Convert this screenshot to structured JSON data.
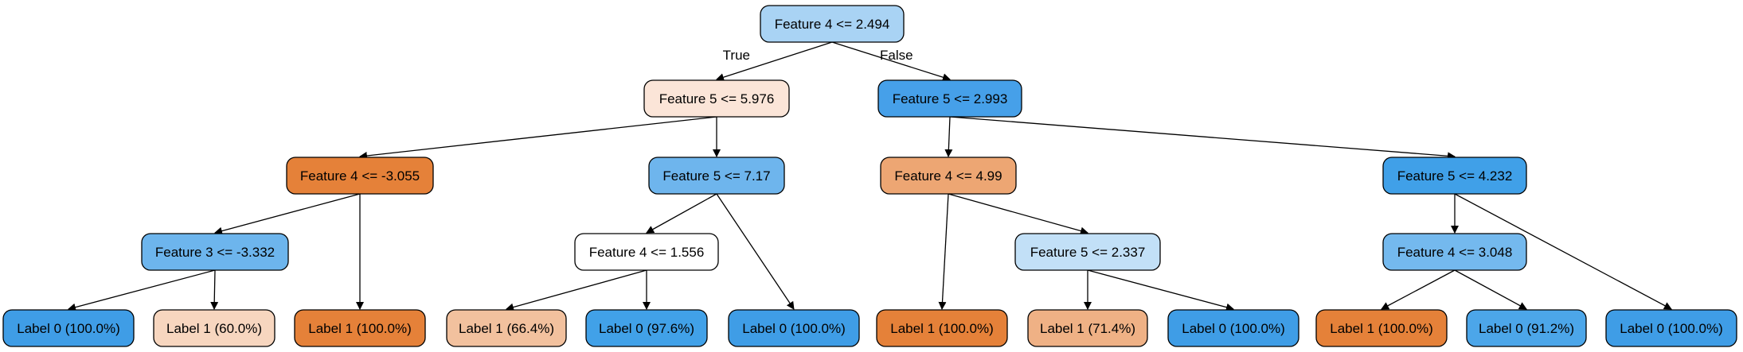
{
  "tree": {
    "nodes": [
      {
        "id": "n1",
        "label": "Feature 4 <= 2.494",
        "color": "#a9d3f4"
      },
      {
        "id": "n2",
        "label": "Feature 5 <= 5.976",
        "color": "#fbe5d8"
      },
      {
        "id": "n3",
        "label": "Feature 5 <= 2.993",
        "color": "#46a0e9"
      },
      {
        "id": "n4",
        "label": "Feature 4 <= -3.055",
        "color": "#e58139"
      },
      {
        "id": "n5",
        "label": "Feature 5 <= 7.17",
        "color": "#6eb5ed"
      },
      {
        "id": "n6",
        "label": "Feature 4 <= 4.99",
        "color": "#eda673"
      },
      {
        "id": "n7",
        "label": "Feature 5 <= 4.232",
        "color": "#40a0e8"
      },
      {
        "id": "n8",
        "label": "Feature 3 <= -3.332",
        "color": "#6db5ed"
      },
      {
        "id": "n9",
        "label": "Feature 4 <= 1.556",
        "color": "#ffffff"
      },
      {
        "id": "n10",
        "label": "Feature 5 <= 2.337",
        "color": "#c2e0f7"
      },
      {
        "id": "n11",
        "label": "Feature 4 <= 3.048",
        "color": "#74b9ee"
      },
      {
        "id": "l1",
        "label": "Label 0 (100.0%)",
        "color": "#3f9de6"
      },
      {
        "id": "l2",
        "label": "Label 1 (60.0%)",
        "color": "#f7d6bf"
      },
      {
        "id": "l3",
        "label": "Label 1 (100.0%)",
        "color": "#e58139"
      },
      {
        "id": "l4",
        "label": "Label 1 (66.4%)",
        "color": "#f2c19e"
      },
      {
        "id": "l5",
        "label": "Label 0 (97.6%)",
        "color": "#41a1e8"
      },
      {
        "id": "l6",
        "label": "Label 0 (100.0%)",
        "color": "#3f9de6"
      },
      {
        "id": "l7",
        "label": "Label 1 (100.0%)",
        "color": "#e58139"
      },
      {
        "id": "l8",
        "label": "Label 1 (71.4%)",
        "color": "#efb185"
      },
      {
        "id": "l9",
        "label": "Label 0 (100.0%)",
        "color": "#3f9de6"
      },
      {
        "id": "l10",
        "label": "Label 1 (100.0%)",
        "color": "#e58139"
      },
      {
        "id": "l11",
        "label": "Label 0 (91.2%)",
        "color": "#4ca6e9"
      },
      {
        "id": "l12",
        "label": "Label 0 (100.0%)",
        "color": "#3f9de6"
      }
    ],
    "edges": [
      {
        "from": "n1",
        "to": "n2",
        "label": "True"
      },
      {
        "from": "n1",
        "to": "n3",
        "label": "False"
      },
      {
        "from": "n2",
        "to": "n4"
      },
      {
        "from": "n2",
        "to": "n5"
      },
      {
        "from": "n3",
        "to": "n6"
      },
      {
        "from": "n3",
        "to": "n7"
      },
      {
        "from": "n4",
        "to": "n8"
      },
      {
        "from": "n4",
        "to": "l3"
      },
      {
        "from": "n8",
        "to": "l1"
      },
      {
        "from": "n8",
        "to": "l2"
      },
      {
        "from": "n5",
        "to": "n9"
      },
      {
        "from": "n5",
        "to": "l6"
      },
      {
        "from": "n9",
        "to": "l4"
      },
      {
        "from": "n9",
        "to": "l5"
      },
      {
        "from": "n6",
        "to": "l7"
      },
      {
        "from": "n6",
        "to": "n10"
      },
      {
        "from": "n10",
        "to": "l8"
      },
      {
        "from": "n10",
        "to": "l9"
      },
      {
        "from": "n7",
        "to": "n11"
      },
      {
        "from": "n7",
        "to": "l12"
      },
      {
        "from": "n11",
        "to": "l10"
      },
      {
        "from": "n11",
        "to": "l11"
      }
    ]
  }
}
